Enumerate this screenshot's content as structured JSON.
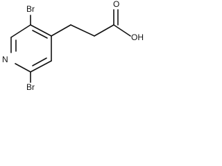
{
  "molecule": {
    "atoms": {
      "br_top": "Br",
      "br_bottom": "Br",
      "n_ring": "N",
      "o_carbonyl": "O",
      "oh": "OH"
    }
  }
}
